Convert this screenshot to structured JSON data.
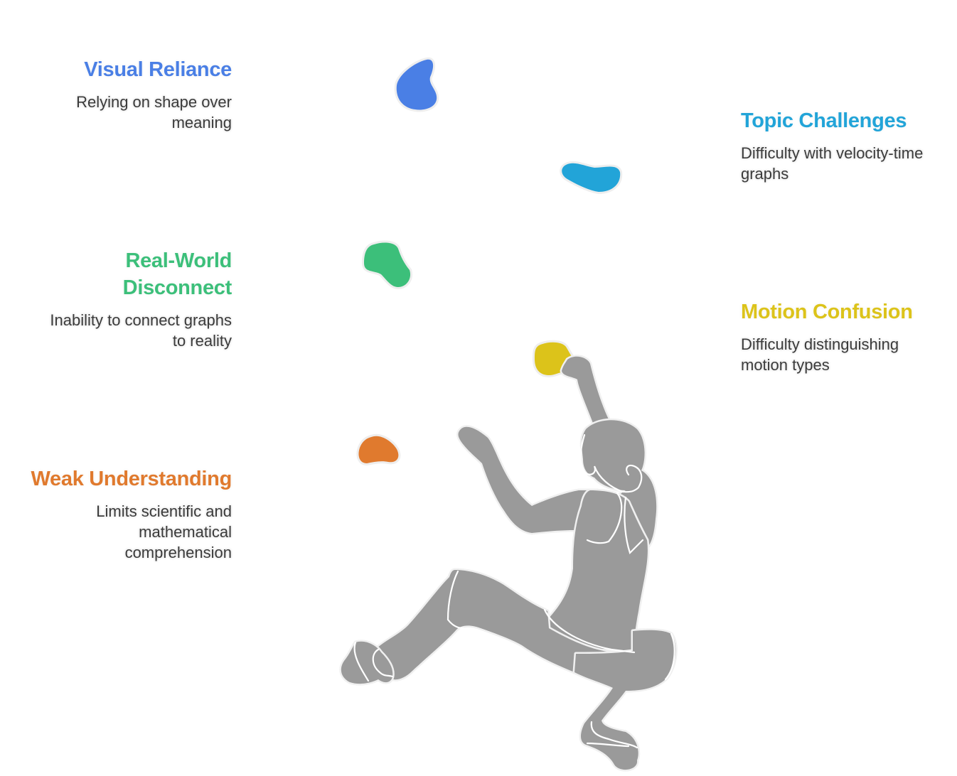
{
  "diagram": {
    "type": "climbing-wall-infographic",
    "figure": "climber-silhouette",
    "items": [
      {
        "id": "visual-reliance",
        "title": "Visual Reliance",
        "description_lines": [
          "Relying on shape over",
          "meaning"
        ],
        "color": "#4A7FE5",
        "side": "left"
      },
      {
        "id": "topic-challenges",
        "title": "Topic Challenges",
        "description_lines": [
          "Difficulty with velocity-time",
          "graphs"
        ],
        "color": "#22A4D8",
        "side": "right"
      },
      {
        "id": "real-world-disconnect",
        "title_lines": [
          "Real-World",
          "Disconnect"
        ],
        "description_lines": [
          "Inability to connect graphs",
          "to reality"
        ],
        "color": "#3CBF7A",
        "side": "left"
      },
      {
        "id": "motion-confusion",
        "title": "Motion Confusion",
        "description_lines": [
          "Difficulty distinguishing",
          "motion types"
        ],
        "color": "#DCC31A",
        "side": "right"
      },
      {
        "id": "weak-understanding",
        "title": "Weak Understanding",
        "description_lines": [
          "Limits scientific and",
          "mathematical",
          "comprehension"
        ],
        "color": "#E07A2E",
        "side": "left"
      }
    ],
    "colors": {
      "figure": "#9A9A9A",
      "description_text": "#3A3A3A",
      "background": "#FFFFFF"
    }
  }
}
